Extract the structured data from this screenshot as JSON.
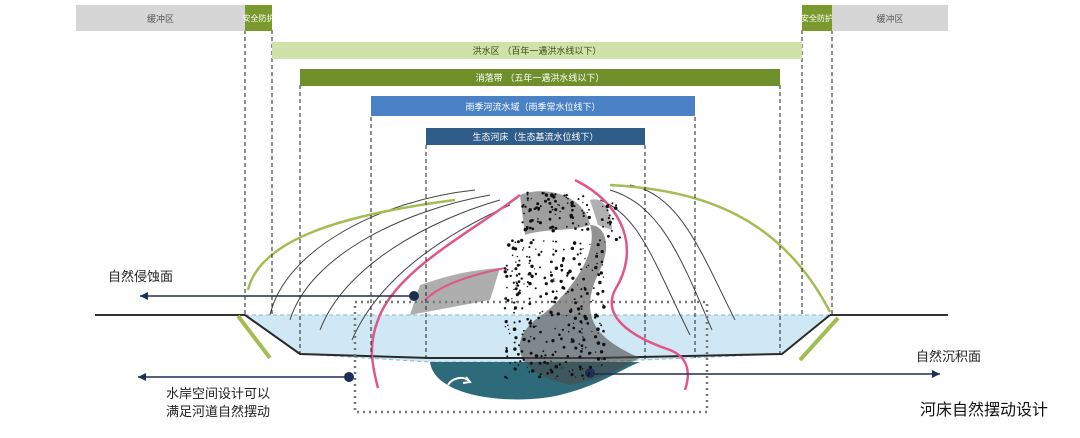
{
  "zones": {
    "buffer_left": "缓冲区",
    "safety_left": "安全防护",
    "safety_right": "安全防护",
    "buffer_right": "缓冲区"
  },
  "bands": {
    "flood": "洪水区 （百年一遇洪水线以下）",
    "fluctuation": "消落带 （五年一遇洪水线以下）",
    "rainy": "雨季河流水域（雨季常水位线下）",
    "eco": "生态河床（生态基流水位线下）"
  },
  "labels": {
    "erosion": "自然侵蚀面",
    "deposition": "自然沉积面",
    "waterfront_line1": "水岸空间设计可以",
    "waterfront_line2": "满足河道自然摆动",
    "title": "河床自然摆动设计"
  },
  "colors": {
    "green_light": "#a2bd51",
    "green_dark": "#6f8f2b",
    "blue_band": "#4a82c5",
    "eco_band": "#2f5c88",
    "water": "#cfe8f3",
    "pink": "#e0558a",
    "navy": "#1d2f55"
  }
}
